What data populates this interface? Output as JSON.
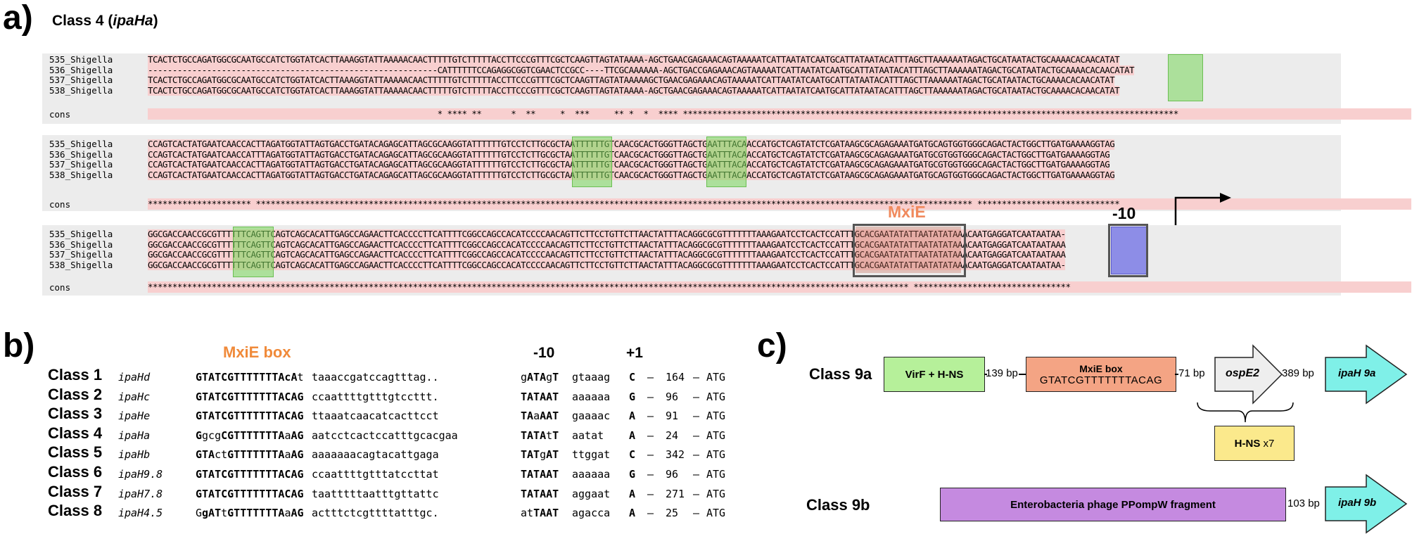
{
  "panel_a": {
    "letter": "a)",
    "title_prefix": "Class 4 (",
    "title_gene": "ipaHa",
    "title_suffix": ")",
    "cons_label": "cons",
    "blocks": [
      {
        "names": [
          "535_Shigella",
          "536_Shigella",
          "537_Shigella",
          "538_Shigella"
        ],
        "seqs": [
          "TCACTCTGCCAGATGGCGCAATGCCATCTGGTATCACTTAAAGGTATTAAAAACAACTTTTTGTCTTTTTACCTTCCCGTTTCGCTCAAGTTAGTATAAAA-AGCTGAACGAGAAACAGTAAAAATCATTAATATCAATGCATTATAATACATTTAGCTTAAAAAATAGACTGCATAATACTGCAAAACACAACATAT",
          "-----------------------------------------------------------CATTTTTTCCAGAGGCGGTCGAACTCCGCC----TTCGCAAAAAA-AGCTGACCGAGAAACAGTAAAAATCATTAATATCAATGCATTATAATACATTTAGCTTAAAAAATAGACTGCATAATACTGCAAAACACAACATAT",
          "TCACTCTGCCAGATGGCGCAATGCCATCTGGTATCACTTAAAGGTATTAAAAACAACTTTTTGTCTTTTTACCTTCCCGTTTCGCTCAAGTTAGTATAAAAAGCTGAACGAGAAACAGTAAAAATCATTAATATCAATGCATTATAATACATTTAGCTTAAAAAATAGACTGCATAATACTGCAAAACACAACATAT",
          "TCACTCTGCCAGATGGCGCAATGCCATCTGGTATCACTTAAAGGTATTAAAAACAACTTTTTGTCTTTTTACCTTCCCGTTTCGCTCAAGTTAGTATAAAA-AGCTGAACGAGAAACAGTAAAAATCATTAATATCAATGCATTATAATACATTTAGCTTAAAAAATAGACTGCATAATACTGCAAAACACAACATAT"
        ],
        "cons": "                                                           * **** **      *  **     *  ***     ** *  *  **** *****************************************************************************************************"
      },
      {
        "names": [
          "535_Shigella",
          "536_Shigella",
          "537_Shigella",
          "538_Shigella"
        ],
        "seqs": [
          "CCAGTCACTATGAATCAACCACTTAGATGGTATTAGTGACCTGATACAGAGCATTAGCGCAAGGTATTTTTTGTCCTCTTGCGCTAATTTTTTGTCAACGCACTGGGTTAGCTGAATTTACAACCATGCTCAGTATCTCGATAAGCGCAGAGAAATGATGCAGTGGTGGGCAGACTACTGGCTTGATGAAAAGGTAG",
          "CCAGTCACTATGAATCAACCATTTAGATGGTATTAGTGACCTGATACAGAGCATTAGCGCAAGGTATTTTTTGTCCTCTTGCGCTAATTTTTTGTCAACGCACTGGGTTAGCTGAATTTACAACCATGCTCAGTATCTCGATAAGCGCAGAGAAATGATGCGTGGTGGGCAGACTACTGGCTTGATGAAAAGGTAG",
          "CCAGTCACTATGAATCAACCACTTAGATGGTATTAGTGACCTGATACAGAGCATTAGCGCAAGGTATTTTTTGTCCTCTTGCGCTAATTTTTTGTCAACGCACTGGGTTAGCTGAATTTACAACCATGCTCAGTATCTCGATAAGCGCAGAGAAATGATGCGTGGTGGGCAGACTACTGGCTTGATGAAAAGGTAG",
          "CCAGTCACTATGAATCAACCACTTAGATGGTATTAGTGACCTGATACAGAGCATTAGCGCAAGGTATTTTTTGTCCTCTTGCGCTAATTTTTTGTCAACGCACTGGGTTAGCTGAATTTACAACCATGCTCAGTATCTCGATAAGCGCAGAGAAATGATGCAGTGGTGGGCAGACTACTGGCTTGATGAAAAGGTAG"
        ],
        "cons": "********************* ************************************************************************************************************************************************** *****************************"
      },
      {
        "names": [
          "535_Shigella",
          "536_Shigella",
          "537_Shigella",
          "538_Shigella"
        ],
        "seqs": [
          "GGCGACCAACCGCGTTTTTTCAGTTCAGTCAGCACATTGAGCCAGAACTTCACCCCTTCATTTTCGGCCAGCCACATCCCCAACAGTTCTTCCTGTTCTTAACTATTTACAGGCGCGTTTTTTTAAAGAATCCTCACTCCATTTGCACGAATATATTAATATATAAACAATGAGGATCAATAATAA-",
          "GGCGACCAACCGCGTTTTTTCAGTTCAGTCAGCACATTGAGCCAGAACTTCACCCCTTCATTTTCGGCCAGCCACATCCCCAACAGTTCTTCCTGTTCTTAACTATTTACAGGCGCGTTTTTTTAAAGAATCCTCACTCCATTTGCACGAATATATTAATATATAAACAATGAGGATCAATAATAAA",
          "GGCGACCAACCGCGTTTTTTCAGTTCAGTCAGCACATTGAGCCAGAACTTCACCCCTTCATTTTCGGCCAGCCACATCCCCAACAGTTCTTCCTGTTCTTAACTATTTACAGGCGCGTTTTTTTAAAGAATCCTCACTCCATTTGCACGAATATATTAATATATAAACAATGAGGATCAATAATAAA",
          "GGCGACCAACCGCGTTTTTTCAGTTCAGTCAGCACATTGAGCCAGAACTTCACCCCTTCATTTTCGGCCAGCCACATCCCCAACAGTTCTTCCTGTTCTTAACTATTTACAGGCGCGTTTTTTTAAAGAATCCTCACTCCATTTGCACGAATATATTAATATATAAACAATGAGGATCAATAATAA-"
        ],
        "cons": "*********************************************************************************************************************************************************** ********************************"
      }
    ],
    "mxie_label": "MxiE",
    "minus10_label": "-10",
    "colors": {
      "mismatch": "#f8cfcf",
      "ttttt_box": "#78d75a",
      "tata_box": "#6e6ee6",
      "mxie_label": "#f08a5d"
    }
  },
  "panel_b": {
    "letter": "b)",
    "mxie_header": "MxiE box",
    "minus10_header": "-10",
    "plus1_header": "+1",
    "rows": [
      {
        "cls": "Class 1",
        "gene": "ipaHd",
        "mxie_html": "<b>GTATCGTTTTTTTAcA</b>t",
        "spacer": "taaaccgatccagtttag..",
        "m10_html": "g<b>ATA</b>g<b>T</b>",
        "after": "gtaaag",
        "plus1": "C",
        "dist": "164",
        "atg": "ATG"
      },
      {
        "cls": "Class 2",
        "gene": "ipaHc",
        "mxie_html": "<b>GTATCGTTTTTTTACAG</b>",
        "spacer": "ccaattttgtttgtccttt.",
        "m10_html": "<b>TATAAT</b>",
        "after": "aaaaaa",
        "plus1": "G",
        "dist": "96",
        "atg": "ATG"
      },
      {
        "cls": "Class 3",
        "gene": "ipaHe",
        "mxie_html": "<b>GTATCGTTTTTTTACAG</b>",
        "spacer": "ttaaatcaacatcacttcct",
        "m10_html": "<b>TA</b>a<b>AAT</b>",
        "after": "gaaaac",
        "plus1": "A",
        "dist": "91",
        "atg": "ATG"
      },
      {
        "cls": "Class 4",
        "gene": "ipaHa",
        "mxie_html": "<b>G</b>gcg<b>CGTTTTTTTA</b>a<b>AG</b>",
        "spacer": "aatcctcactccatttgcacgaa",
        "m10_html": "<b>TATA</b>t<b>T</b>",
        "after": "aatat",
        "plus1": "A",
        "dist": "24",
        "atg": "ATG"
      },
      {
        "cls": "Class 5",
        "gene": "ipaHb",
        "mxie_html": "<b>GTA</b>ct<b>GTTTTTTTA</b>a<b>AG</b>",
        "spacer": "aaaaaaacagtacattgaga",
        "m10_html": "<b>TAT</b>g<b>AT</b>",
        "after": "ttggat",
        "plus1": "C",
        "dist": "342",
        "atg": "ATG"
      },
      {
        "cls": "Class 6",
        "gene": "ipaH9.8",
        "mxie_html": "<b>GTATCGTTTTTTTACAG</b>",
        "spacer": "ccaattttgtttatccttat",
        "m10_html": "<b>TATAAT</b>",
        "after": "aaaaaa",
        "plus1": "G",
        "dist": "96",
        "atg": "ATG"
      },
      {
        "cls": "Class 7",
        "gene": "ipaH7.8",
        "mxie_html": "<b>GTATCGTTTTTTTACAG</b>",
        "spacer": "taatttttaatttgttattc",
        "m10_html": "<b>TATAAT</b>",
        "after": "aggaat",
        "plus1": "A",
        "dist": "271",
        "atg": "ATG"
      },
      {
        "cls": "Class 8",
        "gene": "ipaH4.5",
        "mxie_html": "G<b>gAT</b>t<b>GTTTTTTTA</b>a<b>AG</b>",
        "spacer": "actttctcgttttatttgc.",
        "m10_html": "at<b>TAAT</b>",
        "after": "agacca",
        "plus1": "A",
        "dist": "25",
        "atg": "ATG"
      }
    ]
  },
  "panel_c": {
    "letter": "c)",
    "class9a": {
      "label": "Class 9a",
      "virf": "VirF + H-NS",
      "bp1": "139 bp",
      "mxie_title": "MxiE box",
      "mxie_seq": "GTATCGTTTTTTTACAG",
      "bp2": "71 bp",
      "ospe2": "ospE2",
      "bp3": "389 bp",
      "ipah": "ipaH 9a",
      "hns": "H-NS",
      "hns_count": "x7"
    },
    "class9b": {
      "label": "Class 9b",
      "phage": "Enterobacteria phage PPompW fragment",
      "bp": "103 bp",
      "ipah": "ipaH 9b"
    },
    "colors": {
      "virf": "#b6f09a",
      "mxie": "#f4a484",
      "ospe2": "#eeeeee",
      "ipah": "#7ff0e8",
      "hns": "#fbe98c",
      "phage": "#c58ae0"
    }
  }
}
